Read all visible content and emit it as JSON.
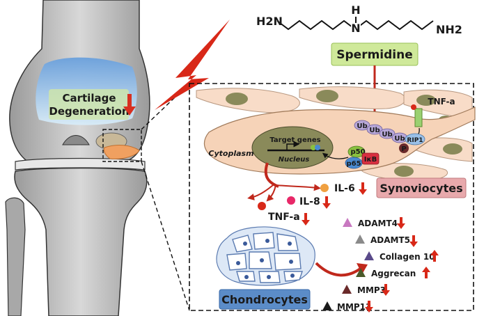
{
  "molecule": {
    "left_group": "H2N",
    "nh_label": "H",
    "n_label": "N",
    "right_group": "NH2"
  },
  "knee": {
    "label_line1": "Cartilage",
    "label_line2": "Degeneration"
  },
  "spermidine": {
    "label": "Spermidine",
    "fill": "#cfe99a"
  },
  "cell": {
    "receptor_label": "TNF-a",
    "ub_labels": [
      "Ub",
      "Ub",
      "Ub",
      "Ub"
    ],
    "p_label": "P",
    "rip1_label": "RIP1",
    "p50_label": "p50",
    "p65_label": "p65",
    "ikb_label": "IκB",
    "nucleus_label": "Nucleus",
    "target_genes_label": "Target genes",
    "cytoplasm_label": "Cytoplasm"
  },
  "synoviocytes": {
    "label": "Synoviocytes",
    "fill": "#e8a9ac"
  },
  "cytokines": {
    "il6": "IL-6",
    "il8": "IL-8",
    "tnfa": "TNF-a"
  },
  "chondrocytes": {
    "label": "Chondrocytes",
    "fill": "#5b8cc8"
  },
  "markers": [
    {
      "label": "ADAMT4",
      "direction": "down",
      "color": "#c878c0"
    },
    {
      "label": "ADAMT5",
      "direction": "down",
      "color": "#8a8a8a"
    },
    {
      "label": "Collagen 10",
      "direction": "up",
      "color": "#5a4a8a"
    },
    {
      "label": "Aggrecan",
      "direction": "up",
      "color": "#4a5a2a"
    },
    {
      "label": "MMP3",
      "direction": "down",
      "color": "#6a2a2a"
    },
    {
      "label": "MMP13",
      "direction": "down",
      "color": "#1a1a1a"
    }
  ]
}
